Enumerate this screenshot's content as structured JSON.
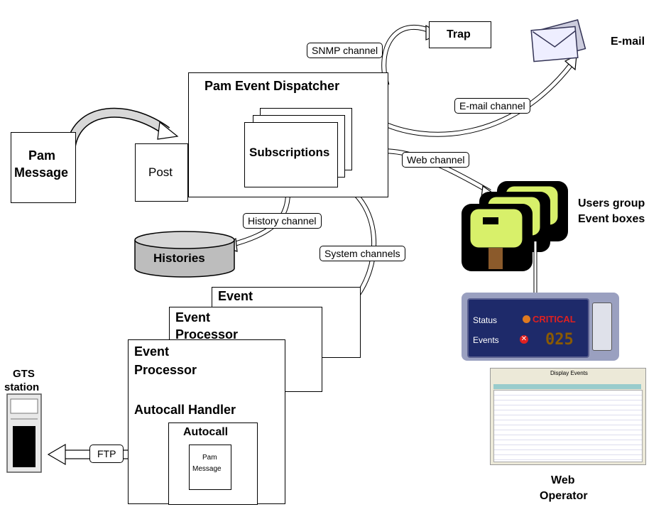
{
  "pam_message": {
    "line1": "Pam",
    "line2": "Message"
  },
  "post": {
    "label": "Post"
  },
  "dispatcher": {
    "title": "Pam Event Dispatcher",
    "subscriptions": "Subscriptions"
  },
  "channels": {
    "snmp": "SNMP channel",
    "email": "E-mail channel",
    "web": "Web channel",
    "history": "History channel",
    "system": "System channels",
    "ftp": "FTP"
  },
  "trap": {
    "label": "Trap"
  },
  "email": {
    "label": "E-mail"
  },
  "histories": {
    "label": "Histories"
  },
  "users_group": {
    "line1": "Users group",
    "line2": "Event boxes"
  },
  "status_panel": {
    "status_label": "Status",
    "status_value": "CRITICAL",
    "events_label": "Events",
    "count": "025"
  },
  "web_operator": {
    "title": "Display Events",
    "line1": "Web",
    "line2": "Operator"
  },
  "event_processors": {
    "back_title": "Event",
    "mid_line1": "Event",
    "mid_line2": "Processor",
    "front_line1": "Event",
    "front_line2": "Processor",
    "autocall_handler": "Autocall Handler",
    "autocall": "Autocall",
    "inner_line1": "Pam",
    "inner_line2": "Message"
  },
  "gts": {
    "line1": "GTS",
    "line2": "station"
  }
}
